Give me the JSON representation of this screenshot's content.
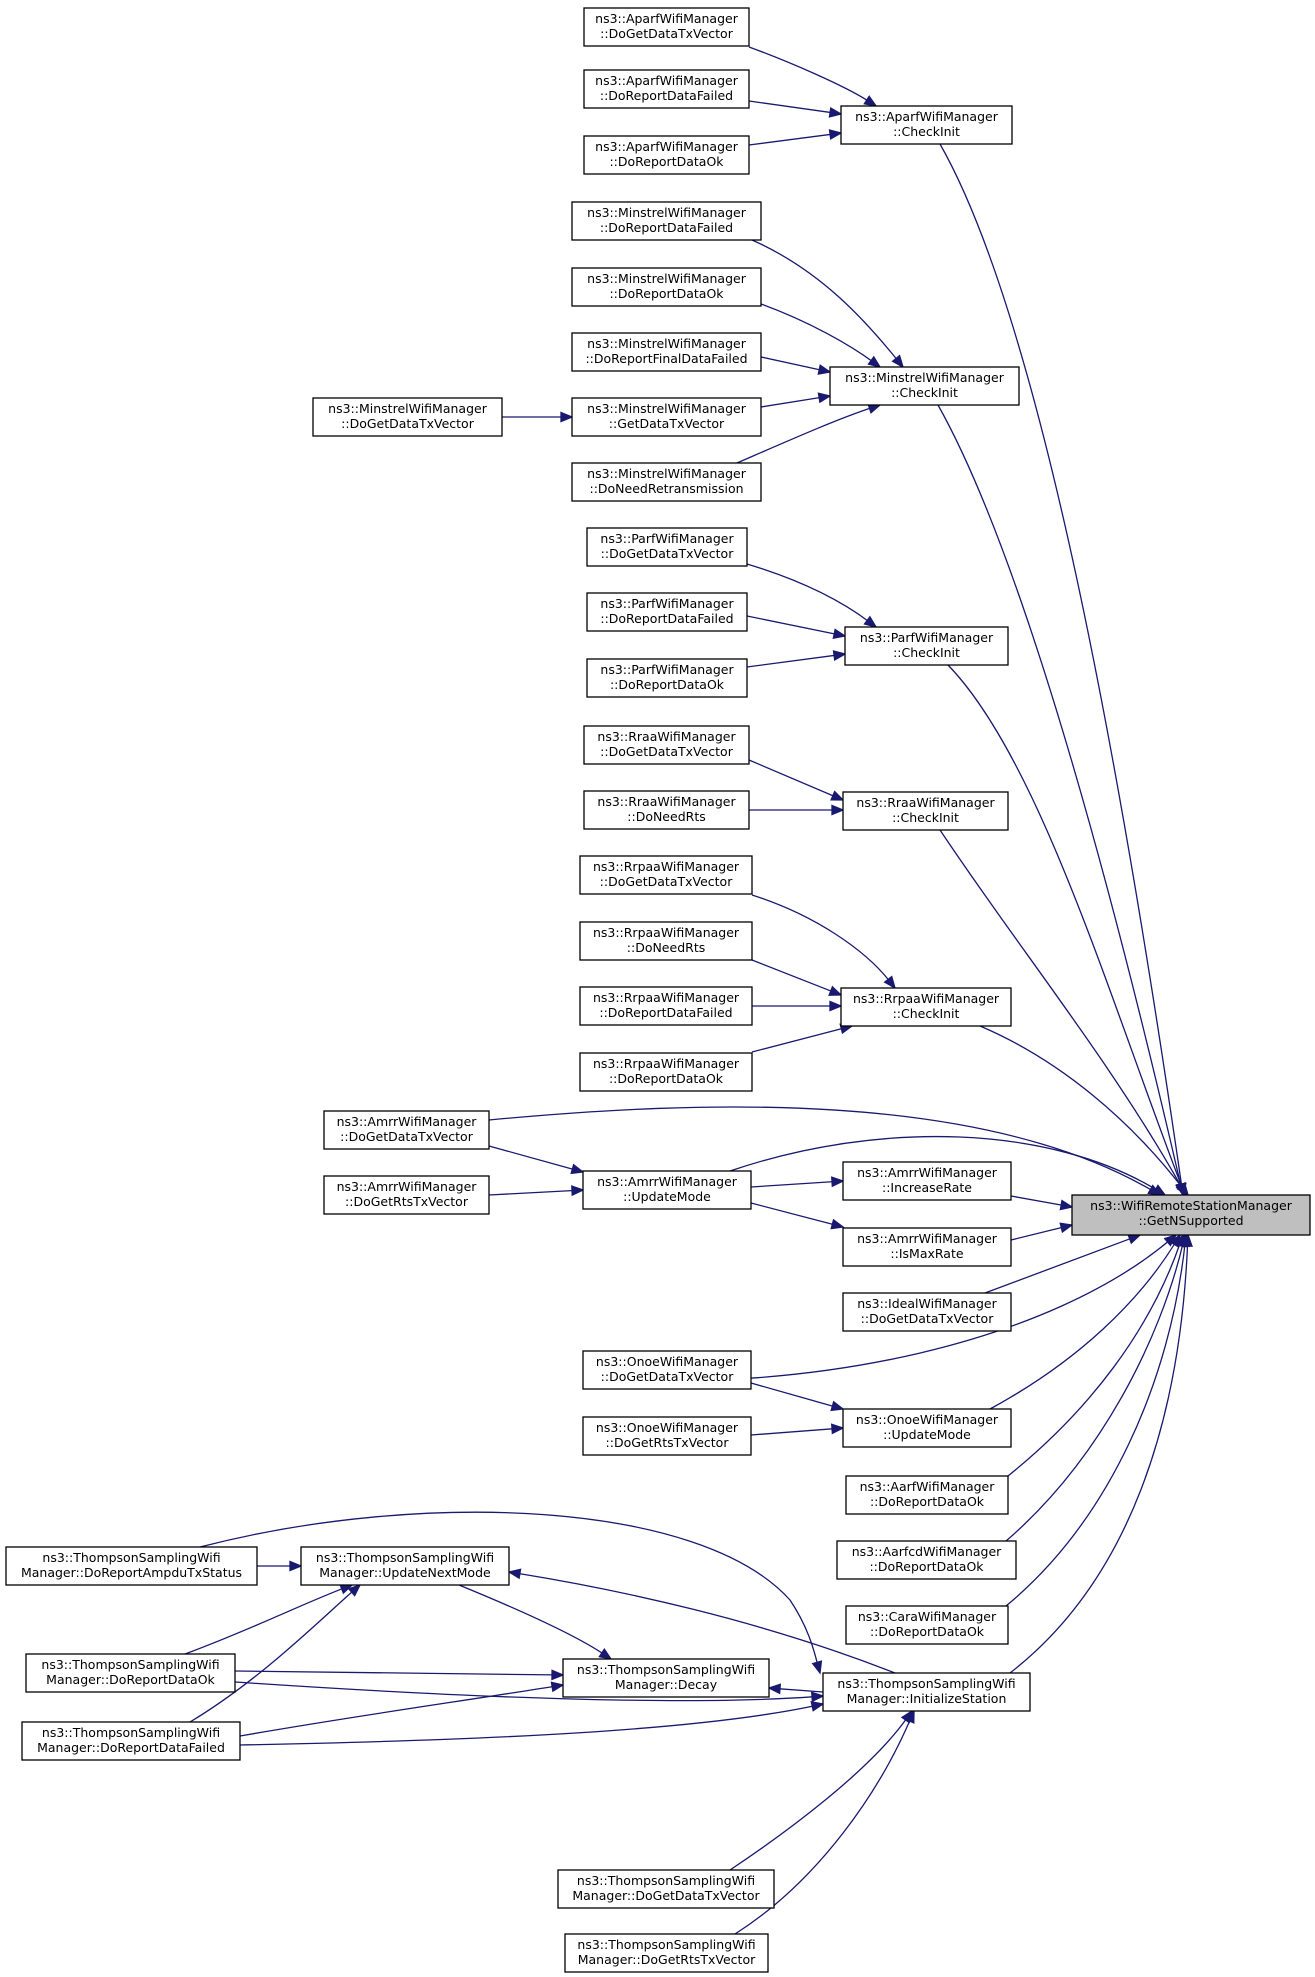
{
  "graph": {
    "nodes": [
      {
        "id": "target",
        "lines": [
          "ns3::WifiRemoteStationManager",
          "::GetNSupported"
        ],
        "highlight": true
      },
      {
        "id": "aparf_ci",
        "lines": [
          "ns3::AparfWifiManager",
          "::CheckInit"
        ]
      },
      {
        "id": "aparf_dg",
        "lines": [
          "ns3::AparfWifiManager",
          "::DoGetDataTxVector"
        ]
      },
      {
        "id": "aparf_rf",
        "lines": [
          "ns3::AparfWifiManager",
          "::DoReportDataFailed"
        ]
      },
      {
        "id": "aparf_ro",
        "lines": [
          "ns3::AparfWifiManager",
          "::DoReportDataOk"
        ]
      },
      {
        "id": "min_ci",
        "lines": [
          "ns3::MinstrelWifiManager",
          "::CheckInit"
        ]
      },
      {
        "id": "min_rf",
        "lines": [
          "ns3::MinstrelWifiManager",
          "::DoReportDataFailed"
        ]
      },
      {
        "id": "min_ro",
        "lines": [
          "ns3::MinstrelWifiManager",
          "::DoReportDataOk"
        ]
      },
      {
        "id": "min_rff",
        "lines": [
          "ns3::MinstrelWifiManager",
          "::DoReportFinalDataFailed"
        ]
      },
      {
        "id": "min_gd",
        "lines": [
          "ns3::MinstrelWifiManager",
          "::GetDataTxVector"
        ]
      },
      {
        "id": "min_nr",
        "lines": [
          "ns3::MinstrelWifiManager",
          "::DoNeedRetransmission"
        ]
      },
      {
        "id": "min_dg",
        "lines": [
          "ns3::MinstrelWifiManager",
          "::DoGetDataTxVector"
        ]
      },
      {
        "id": "parf_ci",
        "lines": [
          "ns3::ParfWifiManager",
          "::CheckInit"
        ]
      },
      {
        "id": "parf_dg",
        "lines": [
          "ns3::ParfWifiManager",
          "::DoGetDataTxVector"
        ]
      },
      {
        "id": "parf_rf",
        "lines": [
          "ns3::ParfWifiManager",
          "::DoReportDataFailed"
        ]
      },
      {
        "id": "parf_ro",
        "lines": [
          "ns3::ParfWifiManager",
          "::DoReportDataOk"
        ]
      },
      {
        "id": "rraa_ci",
        "lines": [
          "ns3::RraaWifiManager",
          "::CheckInit"
        ]
      },
      {
        "id": "rraa_dg",
        "lines": [
          "ns3::RraaWifiManager",
          "::DoGetDataTxVector"
        ]
      },
      {
        "id": "rraa_nr",
        "lines": [
          "ns3::RraaWifiManager",
          "::DoNeedRts"
        ]
      },
      {
        "id": "rrpaa_ci",
        "lines": [
          "ns3::RrpaaWifiManager",
          "::CheckInit"
        ]
      },
      {
        "id": "rrpaa_dg",
        "lines": [
          "ns3::RrpaaWifiManager",
          "::DoGetDataTxVector"
        ]
      },
      {
        "id": "rrpaa_nr",
        "lines": [
          "ns3::RrpaaWifiManager",
          "::DoNeedRts"
        ]
      },
      {
        "id": "rrpaa_rf",
        "lines": [
          "ns3::RrpaaWifiManager",
          "::DoReportDataFailed"
        ]
      },
      {
        "id": "rrpaa_ro",
        "lines": [
          "ns3::RrpaaWifiManager",
          "::DoReportDataOk"
        ]
      },
      {
        "id": "amrr_dg",
        "lines": [
          "ns3::AmrrWifiManager",
          "::DoGetDataTxVector"
        ]
      },
      {
        "id": "amrr_um",
        "lines": [
          "ns3::AmrrWifiManager",
          "::UpdateMode"
        ]
      },
      {
        "id": "amrr_dr",
        "lines": [
          "ns3::AmrrWifiManager",
          "::DoGetRtsTxVector"
        ]
      },
      {
        "id": "amrr_ir",
        "lines": [
          "ns3::AmrrWifiManager",
          "::IncreaseRate"
        ]
      },
      {
        "id": "amrr_im",
        "lines": [
          "ns3::AmrrWifiManager",
          "::IsMaxRate"
        ]
      },
      {
        "id": "ideal_dg",
        "lines": [
          "ns3::IdealWifiManager",
          "::DoGetDataTxVector"
        ]
      },
      {
        "id": "onoe_dg",
        "lines": [
          "ns3::OnoeWifiManager",
          "::DoGetDataTxVector"
        ]
      },
      {
        "id": "onoe_dr",
        "lines": [
          "ns3::OnoeWifiManager",
          "::DoGetRtsTxVector"
        ]
      },
      {
        "id": "onoe_um",
        "lines": [
          "ns3::OnoeWifiManager",
          "::UpdateMode"
        ]
      },
      {
        "id": "aarf_ro",
        "lines": [
          "ns3::AarfWifiManager",
          "::DoReportDataOk"
        ]
      },
      {
        "id": "aarfcd_ro",
        "lines": [
          "ns3::AarfcdWifiManager",
          "::DoReportDataOk"
        ]
      },
      {
        "id": "cara_ro",
        "lines": [
          "ns3::CaraWifiManager",
          "::DoReportDataOk"
        ]
      },
      {
        "id": "ts_is",
        "lines": [
          "ns3::ThompsonSamplingWifi",
          "Manager::InitializeStation"
        ]
      },
      {
        "id": "ts_ra",
        "lines": [
          "ns3::ThompsonSamplingWifi",
          "Manager::DoReportAmpduTxStatus"
        ]
      },
      {
        "id": "ts_un",
        "lines": [
          "ns3::ThompsonSamplingWifi",
          "Manager::UpdateNextMode"
        ]
      },
      {
        "id": "ts_ro",
        "lines": [
          "ns3::ThompsonSamplingWifi",
          "Manager::DoReportDataOk"
        ]
      },
      {
        "id": "ts_rf",
        "lines": [
          "ns3::ThompsonSamplingWifi",
          "Manager::DoReportDataFailed"
        ]
      },
      {
        "id": "ts_dc",
        "lines": [
          "ns3::ThompsonSamplingWifi",
          "Manager::Decay"
        ]
      },
      {
        "id": "ts_dg",
        "lines": [
          "ns3::ThompsonSamplingWifi",
          "Manager::DoGetDataTxVector"
        ]
      },
      {
        "id": "ts_dr",
        "lines": [
          "ns3::ThompsonSamplingWifi",
          "Manager::DoGetRtsTxVector"
        ]
      }
    ],
    "edges": [
      [
        "aparf_ci",
        "target"
      ],
      [
        "aparf_dg",
        "aparf_ci"
      ],
      [
        "aparf_rf",
        "aparf_ci"
      ],
      [
        "aparf_ro",
        "aparf_ci"
      ],
      [
        "min_ci",
        "target"
      ],
      [
        "min_rf",
        "min_ci"
      ],
      [
        "min_ro",
        "min_ci"
      ],
      [
        "min_rff",
        "min_ci"
      ],
      [
        "min_gd",
        "min_ci"
      ],
      [
        "min_nr",
        "min_ci"
      ],
      [
        "min_dg",
        "min_gd"
      ],
      [
        "parf_ci",
        "target"
      ],
      [
        "parf_dg",
        "parf_ci"
      ],
      [
        "parf_rf",
        "parf_ci"
      ],
      [
        "parf_ro",
        "parf_ci"
      ],
      [
        "rraa_ci",
        "target"
      ],
      [
        "rraa_dg",
        "rraa_ci"
      ],
      [
        "rraa_nr",
        "rraa_ci"
      ],
      [
        "rrpaa_ci",
        "target"
      ],
      [
        "rrpaa_dg",
        "rrpaa_ci"
      ],
      [
        "rrpaa_nr",
        "rrpaa_ci"
      ],
      [
        "rrpaa_rf",
        "rrpaa_ci"
      ],
      [
        "rrpaa_ro",
        "rrpaa_ci"
      ],
      [
        "amrr_dg",
        "target"
      ],
      [
        "amrr_dg",
        "amrr_um"
      ],
      [
        "amrr_dr",
        "amrr_um"
      ],
      [
        "amrr_um",
        "target"
      ],
      [
        "amrr_um",
        "amrr_ir"
      ],
      [
        "amrr_um",
        "amrr_im"
      ],
      [
        "amrr_ir",
        "target"
      ],
      [
        "amrr_im",
        "target"
      ],
      [
        "ideal_dg",
        "target"
      ],
      [
        "onoe_dg",
        "target"
      ],
      [
        "onoe_dg",
        "onoe_um"
      ],
      [
        "onoe_dr",
        "onoe_um"
      ],
      [
        "onoe_um",
        "target"
      ],
      [
        "aarf_ro",
        "target"
      ],
      [
        "aarfcd_ro",
        "target"
      ],
      [
        "cara_ro",
        "target"
      ],
      [
        "ts_is",
        "target"
      ],
      [
        "ts_ra",
        "ts_is"
      ],
      [
        "ts_ra",
        "ts_un"
      ],
      [
        "ts_un",
        "ts_dc"
      ],
      [
        "ts_ro",
        "ts_un"
      ],
      [
        "ts_ro",
        "ts_dc"
      ],
      [
        "ts_ro",
        "ts_is"
      ],
      [
        "ts_rf",
        "ts_un"
      ],
      [
        "ts_rf",
        "ts_dc"
      ],
      [
        "ts_rf",
        "ts_is"
      ],
      [
        "ts_is",
        "ts_un"
      ],
      [
        "ts_is",
        "ts_dc"
      ],
      [
        "ts_dg",
        "ts_is"
      ],
      [
        "ts_dr",
        "ts_is"
      ]
    ]
  }
}
